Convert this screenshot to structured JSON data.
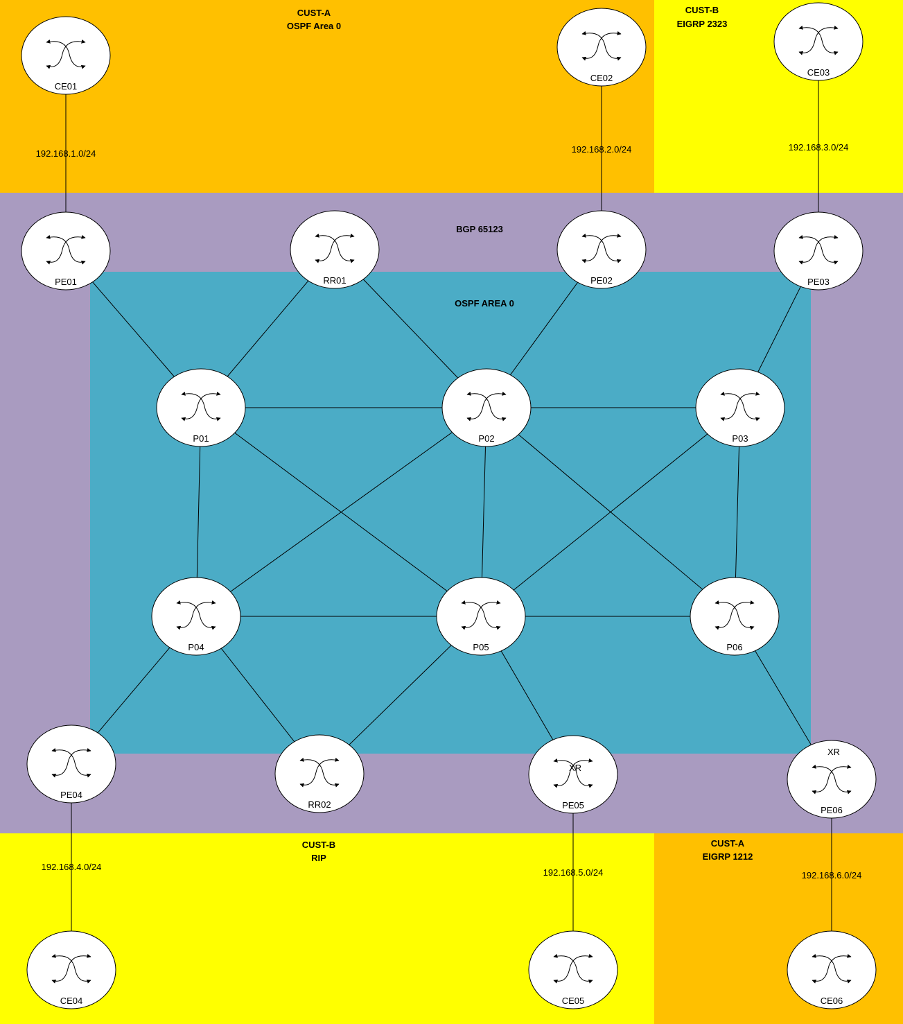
{
  "colors": {
    "cust_a": "#FFC000",
    "cust_b": "#FFFF00",
    "bgp": "#A99BC0",
    "ospf": "#4BACC6"
  },
  "zones": [
    {
      "id": "top-cust-a",
      "lines": [
        "CUST-A",
        "OSPF Area 0"
      ]
    },
    {
      "id": "top-cust-b",
      "lines": [
        "CUST-B",
        "EIGRP 2323"
      ]
    },
    {
      "id": "bgp",
      "lines": [
        "BGP 65123"
      ]
    },
    {
      "id": "ospf",
      "lines": [
        "OSPF AREA 0"
      ]
    },
    {
      "id": "bottom-cust-b",
      "lines": [
        "CUST-B",
        "RIP"
      ]
    },
    {
      "id": "bottom-cust-a",
      "lines": [
        "CUST-A",
        "EIGRP 1212"
      ]
    }
  ],
  "routers": [
    {
      "name": "CE01",
      "tag": ""
    },
    {
      "name": "CE02",
      "tag": ""
    },
    {
      "name": "CE03",
      "tag": ""
    },
    {
      "name": "PE01",
      "tag": ""
    },
    {
      "name": "RR01",
      "tag": ""
    },
    {
      "name": "PE02",
      "tag": ""
    },
    {
      "name": "PE03",
      "tag": ""
    },
    {
      "name": "P01",
      "tag": ""
    },
    {
      "name": "P02",
      "tag": ""
    },
    {
      "name": "P03",
      "tag": ""
    },
    {
      "name": "P04",
      "tag": ""
    },
    {
      "name": "P05",
      "tag": ""
    },
    {
      "name": "P06",
      "tag": ""
    },
    {
      "name": "PE04",
      "tag": ""
    },
    {
      "name": "RR02",
      "tag": ""
    },
    {
      "name": "PE05",
      "tag": "XR"
    },
    {
      "name": "PE06",
      "tag": "XR"
    },
    {
      "name": "CE04",
      "tag": ""
    },
    {
      "name": "CE05",
      "tag": ""
    },
    {
      "name": "CE06",
      "tag": ""
    }
  ],
  "links": [
    [
      "CE01",
      "PE01"
    ],
    [
      "CE02",
      "PE02"
    ],
    [
      "CE03",
      "PE03"
    ],
    [
      "PE01",
      "P01"
    ],
    [
      "RR01",
      "P01"
    ],
    [
      "RR01",
      "P02"
    ],
    [
      "PE02",
      "P02"
    ],
    [
      "PE03",
      "P03"
    ],
    [
      "P01",
      "P02"
    ],
    [
      "P02",
      "P03"
    ],
    [
      "P01",
      "P04"
    ],
    [
      "P01",
      "P05"
    ],
    [
      "P02",
      "P04"
    ],
    [
      "P02",
      "P05"
    ],
    [
      "P02",
      "P06"
    ],
    [
      "P03",
      "P05"
    ],
    [
      "P03",
      "P06"
    ],
    [
      "P04",
      "P05"
    ],
    [
      "P05",
      "P06"
    ],
    [
      "P04",
      "PE04"
    ],
    [
      "P04",
      "RR02"
    ],
    [
      "P05",
      "RR02"
    ],
    [
      "P05",
      "PE05"
    ],
    [
      "P06",
      "PE06"
    ],
    [
      "PE04",
      "CE04"
    ],
    [
      "PE05",
      "CE05"
    ],
    [
      "PE06",
      "CE06"
    ]
  ],
  "subnets": [
    "192.168.1.0/24",
    "192.168.2.0/24",
    "192.168.3.0/24",
    "192.168.4.0/24",
    "192.168.5.0/24",
    "192.168.6.0/24"
  ]
}
